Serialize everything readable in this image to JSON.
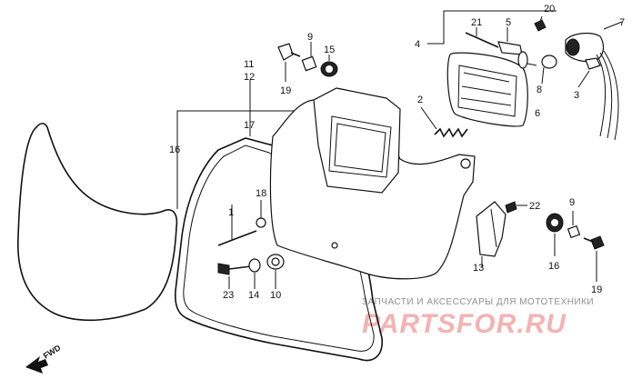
{
  "labels": {
    "p1": "1",
    "p2": "2",
    "p3": "3",
    "p4": "4",
    "p5": "5",
    "p6": "6",
    "p7": "7",
    "p8": "8",
    "p9a": "9",
    "p9b": "9",
    "p10": "10",
    "p11": "11",
    "p12": "12",
    "p13": "13",
    "p14": "14",
    "p15": "15",
    "p16a": "16",
    "p16b": "16",
    "p17": "17",
    "p18": "18",
    "p19a": "19",
    "p19b": "19",
    "p20": "20",
    "p21": "21",
    "p22": "22",
    "p23": "23"
  },
  "direction_marker": "FWD",
  "watermark": {
    "subtitle": "ЗАПЧАСТИ И АКСЕССУАРЫ ДЛЯ МОТОТЕХНИКИ",
    "brand": "PARTSFOR.RU"
  }
}
